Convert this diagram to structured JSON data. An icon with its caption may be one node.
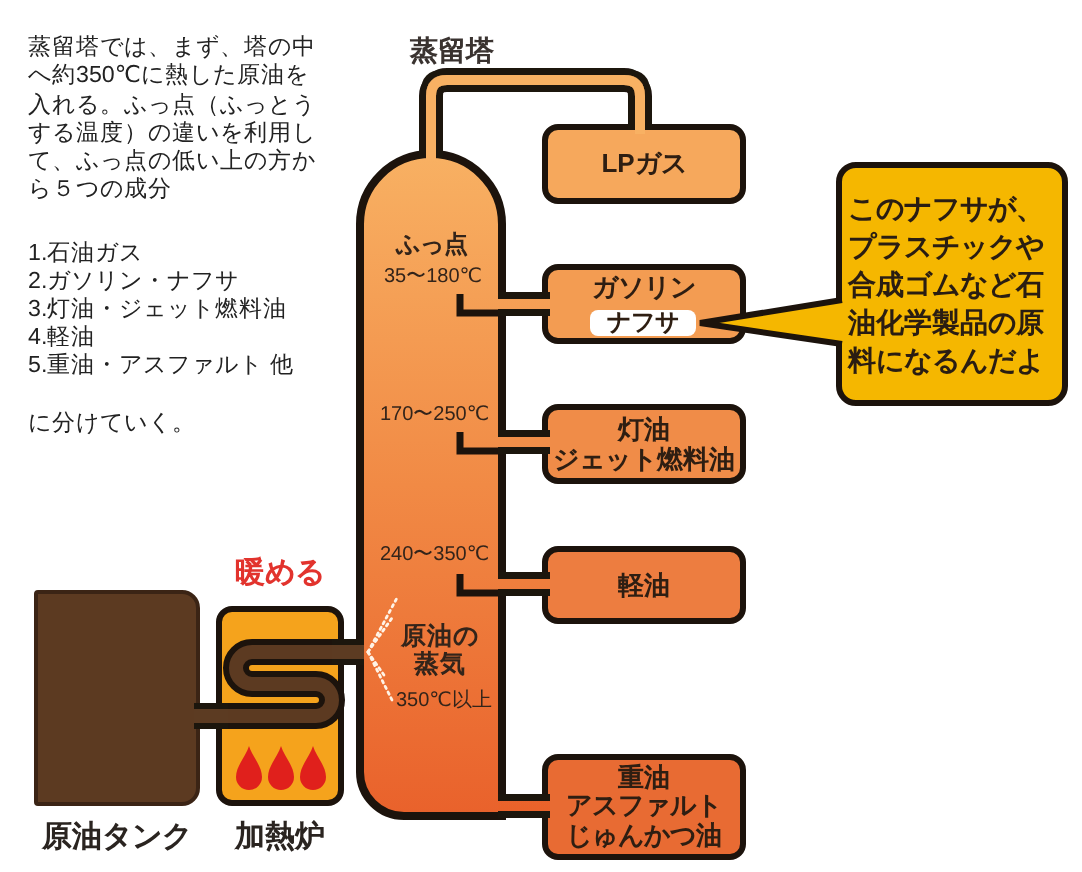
{
  "diagram": {
    "nodes": [
      {
        "text": [
          "ふっ点",
          "35〜180℃",
          "170〜250℃",
          "240〜350℃",
          "原油の蒸気",
          "350℃以上"
        ],
        "beside": [
          "蒸留塔"
        ]
      },
      {
        "text": [
          "LPガス"
        ]
      },
      {
        "text": [
          "ガソリン"
        ]
      },
      {
        "text": [
          "ナフサ"
        ],
        "in": 2
      },
      {
        "text": [
          "このナフサが、プラスチックや合成ゴムなど石油化学製品の原料になるんだよ"
        ]
      },
      {
        "text": [
          "灯油",
          "ジェット燃料油"
        ]
      },
      {
        "text": [
          "軽油"
        ]
      },
      {
        "text": [
          "重油",
          "アスファルト",
          "じゅんかつ油"
        ]
      },
      {
        "text": [
          "原油タンク"
        ]
      },
      {
        "text": [
          "加熱炉"
        ],
        "beside": [
          "暖める"
        ]
      }
    ],
    "edges": [
      {
        "from": 0,
        "to": 1,
        "arrow": "none"
      },
      {
        "from": 0,
        "to": 2,
        "arrow": "none"
      },
      {
        "from": 4,
        "to": 3,
        "arrow": "none"
      },
      {
        "from": 0,
        "to": 5,
        "arrow": "none"
      },
      {
        "from": 0,
        "to": 6,
        "arrow": "none"
      },
      {
        "from": 0,
        "to": 7,
        "arrow": "none"
      },
      {
        "from": 8,
        "to": 9,
        "arrow": "none",
        "color": "#5c3a21"
      },
      {
        "from": 9,
        "to": 0,
        "arrow": "none",
        "color": "#5c3a21"
      }
    ],
    "labels": [
      "蒸留塔では、まず、塔の中へ約350℃に熱した原油を入れる。ふっ点（ふっとうする温度）の違いを利用して、ふっ点の低い上の方から５つの成分",
      "1.石油ガス",
      "2.ガソリン・ナフサ",
      "3.灯油・ジェット燃料油",
      "4.軽油",
      "5.重油・アスファルト 他",
      "に分けていく。"
    ]
  }
}
